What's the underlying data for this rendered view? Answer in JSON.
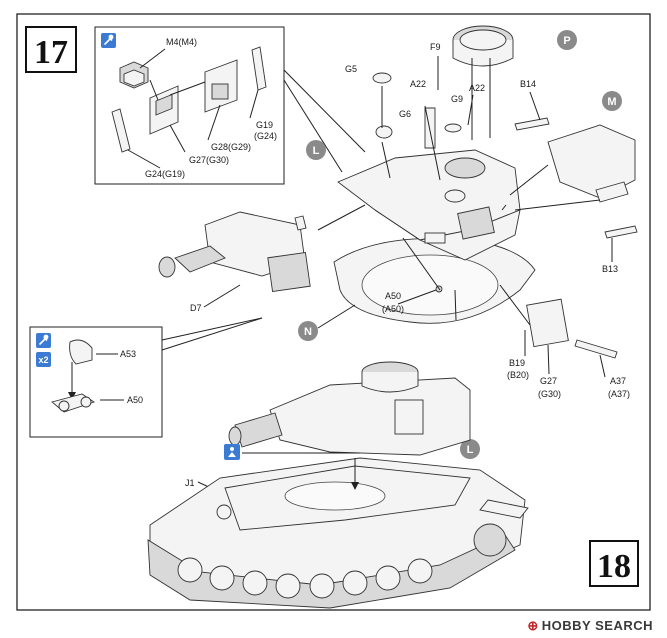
{
  "steps": {
    "step_17": "17",
    "step_18": "18"
  },
  "inset_top": {
    "labels": {
      "m4": "M4(M4)",
      "g19": "G19",
      "g19_alt": "(G24)",
      "g28": "G28(G29)",
      "g27": "G27(G30)",
      "g24": "G24(G19)"
    },
    "icon": "glue-icon"
  },
  "inset_left": {
    "labels": {
      "a53": "A53",
      "a50": "A50"
    },
    "multiplier": "x2",
    "icon": "glue-icon"
  },
  "turret_labels": {
    "g5": "G5",
    "f9": "F9",
    "a22a": "A22",
    "a22b": "A22",
    "g6": "G6",
    "g9": "G9",
    "b14": "B14",
    "b13": "B13",
    "d7": "D7",
    "a50": "A50",
    "a50_alt": "(A50)",
    "b19": "B19",
    "b19_alt": "(B20)",
    "g27": "G27",
    "g27_alt": "(G30)",
    "a37": "A37",
    "a37_alt": "(A37)",
    "j1": "J1"
  },
  "sub_assemblies": {
    "p": "P",
    "m": "M",
    "l_top": "L",
    "n": "N",
    "l_bottom": "L"
  },
  "colors": {
    "marker_gray": "#8a8a8a",
    "icon_blue": "#3b7bd4",
    "brand_red": "#c0282d"
  },
  "watermark": {
    "logo": "⊕",
    "text": "HOBBY SEARCH"
  }
}
